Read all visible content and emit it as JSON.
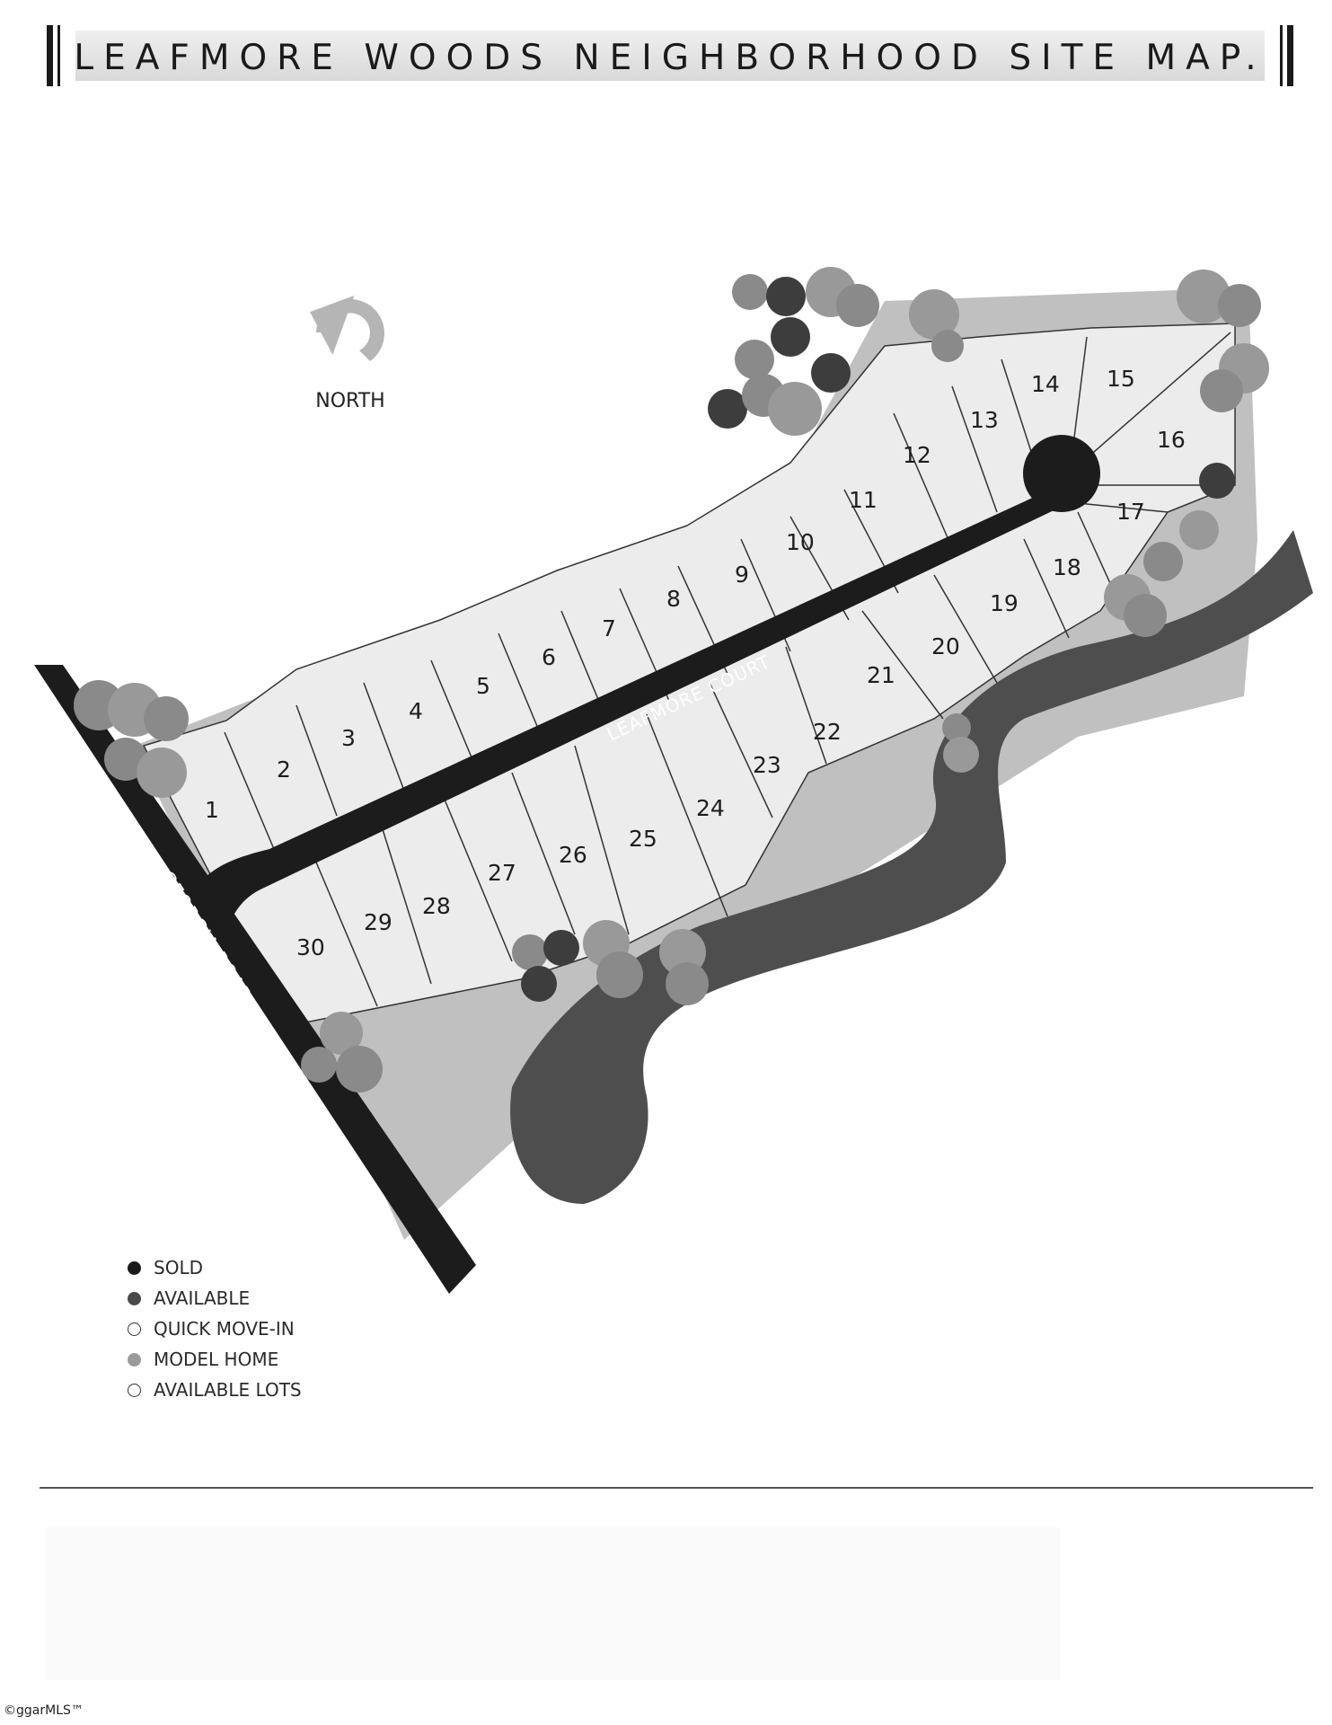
{
  "header": {
    "title": "LEAFMORE WOODS NEIGHBORHOOD SITE MAP."
  },
  "compass": {
    "label": "NORTH"
  },
  "roads": {
    "main": "LEAFMORE COURT",
    "side": "GEORGIA ROAD"
  },
  "lots": [
    "1",
    "2",
    "3",
    "4",
    "5",
    "6",
    "7",
    "8",
    "9",
    "10",
    "11",
    "12",
    "13",
    "14",
    "15",
    "16",
    "17",
    "18",
    "19",
    "20",
    "21",
    "22",
    "23",
    "24",
    "25",
    "26",
    "27",
    "28",
    "29",
    "30"
  ],
  "legend": [
    {
      "label": "SOLD",
      "color": "#1a1a1a",
      "style": "filled"
    },
    {
      "label": "AVAILABLE",
      "color": "#4a4a4a",
      "style": "filled"
    },
    {
      "label": "QUICK MOVE-IN",
      "color": "#ffffff",
      "style": "outline"
    },
    {
      "label": "MODEL HOME",
      "color": "#9a9a9a",
      "style": "filled"
    },
    {
      "label": "AVAILABLE LOTS",
      "color": "#ffffff",
      "style": "outline"
    }
  ],
  "colors": {
    "road": "#1c1c1c",
    "creek": "#4d4d4d",
    "open_space": "#bfbfbf",
    "lot_fill": "#ebebeb",
    "lot_line": "#333333"
  },
  "footer": {
    "watermark": "©ggarMLS™"
  }
}
